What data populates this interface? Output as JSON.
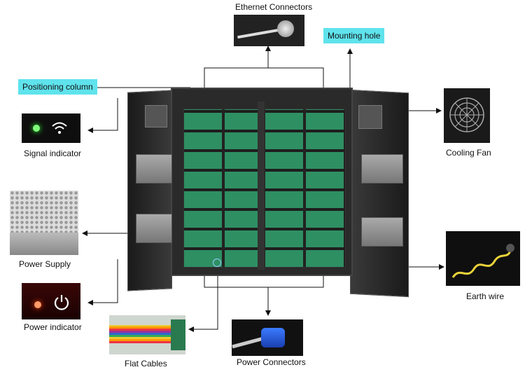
{
  "labels": {
    "ethernet": "Ethernet Connectors",
    "mounting_hole": "Mounting hole",
    "positioning_column": "Positioning column",
    "signal_indicator": "Signal indicator",
    "power_supply": "Power Supply",
    "power_indicator": "Power indicator",
    "flat_cables": "Flat Cables",
    "power_connectors": "Power Connectors",
    "cooling_fan": "Cooling Fan",
    "earth_wire": "Earth wire"
  },
  "colors": {
    "tag_background": "#5fe3ec",
    "cabinet": "#2a2a2a",
    "module_green": "#2e8f63",
    "wire_red": "#c0262a"
  },
  "icons": {
    "signal": "wifi-icon",
    "power": "power-icon",
    "fan": "fan-icon"
  }
}
